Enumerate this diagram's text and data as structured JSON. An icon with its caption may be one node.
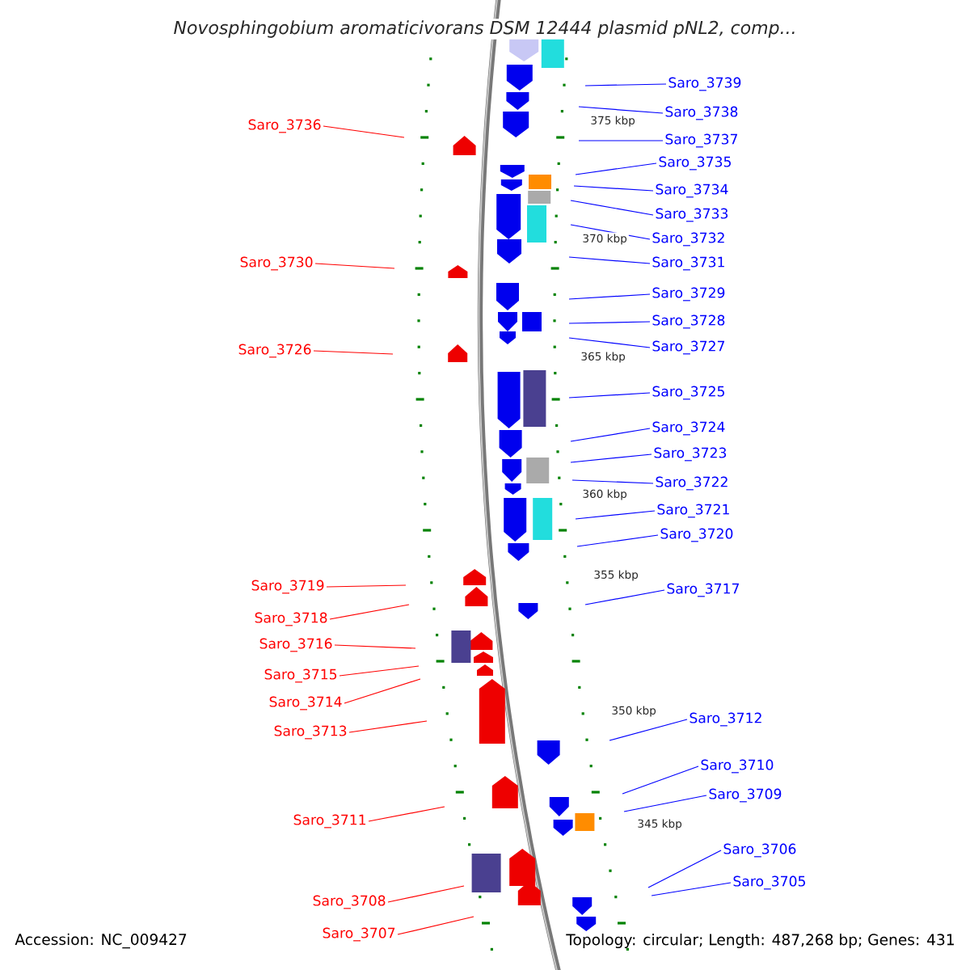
{
  "diagram": {
    "title": "Novosphingobium aromaticivorans DSM 12444 plasmid pNL2, comp...",
    "nodes": [
      {
        "text": [
          "Saro_3739"
        ]
      },
      {
        "text": [
          "Saro_3738"
        ]
      },
      {
        "text": [
          "Saro_3737"
        ]
      },
      {
        "text": [
          "Saro_3736"
        ]
      },
      {
        "text": [
          "Saro_3735"
        ]
      },
      {
        "text": [
          "Saro_3734"
        ]
      },
      {
        "text": [
          "Saro_3733"
        ]
      },
      {
        "text": [
          "Saro_3732"
        ]
      },
      {
        "text": [
          "Saro_3730"
        ]
      },
      {
        "text": [
          "Saro_3731"
        ]
      },
      {
        "text": [
          "Saro_3729"
        ]
      },
      {
        "text": [
          "Saro_3728"
        ]
      },
      {
        "text": [
          "Saro_3727"
        ]
      },
      {
        "text": [
          "Saro_3726"
        ]
      },
      {
        "text": [
          "Saro_3725"
        ]
      },
      {
        "text": [
          "Saro_3724"
        ]
      },
      {
        "text": [
          "Saro_3723"
        ]
      },
      {
        "text": [
          "Saro_3722"
        ]
      },
      {
        "text": [
          "Saro_3721"
        ]
      },
      {
        "text": [
          "Saro_3720"
        ]
      },
      {
        "text": [
          "Saro_3719"
        ]
      },
      {
        "text": [
          "Saro_3717"
        ]
      },
      {
        "text": [
          "Saro_3718"
        ]
      },
      {
        "text": [
          "Saro_3716"
        ]
      },
      {
        "text": [
          "Saro_3715"
        ]
      },
      {
        "text": [
          "Saro_3714"
        ]
      },
      {
        "text": [
          "Saro_3712"
        ]
      },
      {
        "text": [
          "Saro_3713"
        ]
      },
      {
        "text": [
          "Saro_3710"
        ]
      },
      {
        "text": [
          "Saro_3709"
        ]
      },
      {
        "text": [
          "Saro_3711"
        ]
      },
      {
        "text": [
          "Saro_3706"
        ]
      },
      {
        "text": [
          "Saro_3705"
        ]
      },
      {
        "text": [
          "Saro_3708"
        ]
      },
      {
        "text": [
          "Saro_3707"
        ]
      }
    ],
    "edges": [
      {
        "from": 0,
        "to": null,
        "arrow": "none"
      },
      {
        "from": 1,
        "to": null,
        "arrow": "none"
      },
      {
        "from": 2,
        "to": null,
        "arrow": "none"
      },
      {
        "from": 3,
        "to": null,
        "arrow": "none",
        "color": "#ff0000"
      },
      {
        "from": 4,
        "to": null,
        "arrow": "none"
      },
      {
        "from": 5,
        "to": null,
        "arrow": "none"
      },
      {
        "from": 6,
        "to": null,
        "arrow": "none"
      },
      {
        "from": 7,
        "to": null,
        "arrow": "none"
      },
      {
        "from": 8,
        "to": null,
        "arrow": "none",
        "color": "#ff0000"
      },
      {
        "from": 9,
        "to": null,
        "arrow": "none"
      },
      {
        "from": 10,
        "to": null,
        "arrow": "none"
      },
      {
        "from": 11,
        "to": null,
        "arrow": "none"
      },
      {
        "from": 12,
        "to": null,
        "arrow": "none"
      },
      {
        "from": 13,
        "to": null,
        "arrow": "none",
        "color": "#ff0000"
      },
      {
        "from": 14,
        "to": null,
        "arrow": "none"
      },
      {
        "from": 15,
        "to": null,
        "arrow": "none"
      },
      {
        "from": 16,
        "to": null,
        "arrow": "none"
      },
      {
        "from": 17,
        "to": null,
        "arrow": "none"
      },
      {
        "from": 18,
        "to": null,
        "arrow": "none"
      },
      {
        "from": 19,
        "to": null,
        "arrow": "none"
      },
      {
        "from": 20,
        "to": null,
        "arrow": "none",
        "color": "#ff0000"
      },
      {
        "from": 21,
        "to": null,
        "arrow": "none"
      },
      {
        "from": 22,
        "to": null,
        "arrow": "none",
        "color": "#ff0000"
      },
      {
        "from": 23,
        "to": null,
        "arrow": "none",
        "color": "#ff0000"
      },
      {
        "from": 24,
        "to": null,
        "arrow": "none",
        "color": "#ff0000"
      },
      {
        "from": 25,
        "to": null,
        "arrow": "none",
        "color": "#ff0000"
      },
      {
        "from": 26,
        "to": null,
        "arrow": "none"
      },
      {
        "from": 27,
        "to": null,
        "arrow": "none",
        "color": "#ff0000"
      },
      {
        "from": 28,
        "to": null,
        "arrow": "none"
      },
      {
        "from": 29,
        "to": null,
        "arrow": "none"
      },
      {
        "from": 30,
        "to": null,
        "arrow": "none",
        "color": "#ff0000"
      },
      {
        "from": 31,
        "to": null,
        "arrow": "none"
      },
      {
        "from": 32,
        "to": null,
        "arrow": "none"
      },
      {
        "from": 33,
        "to": null,
        "arrow": "none",
        "color": "#ff0000"
      },
      {
        "from": 34,
        "to": null,
        "arrow": "none",
        "color": "#ff0000"
      }
    ],
    "labels": [
      "375 kbp",
      "370 kbp",
      "365 kbp",
      "360 kbp",
      "355 kbp",
      "350 kbp",
      "345 kbp",
      "Accession: NC_009427",
      "Topology: circular; Length: 487,268 bp; Genes: 431"
    ]
  }
}
